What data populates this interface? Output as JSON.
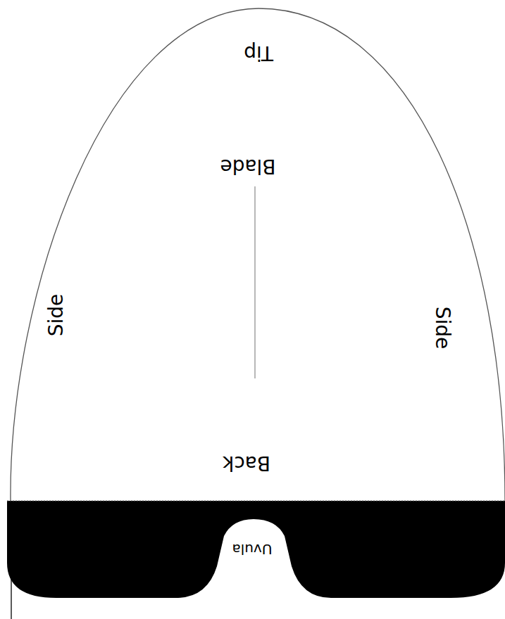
{
  "diagram": {
    "labels": [
      "Tip",
      "Blade",
      "Side",
      "Side",
      "Back",
      "Uvula"
    ]
  }
}
